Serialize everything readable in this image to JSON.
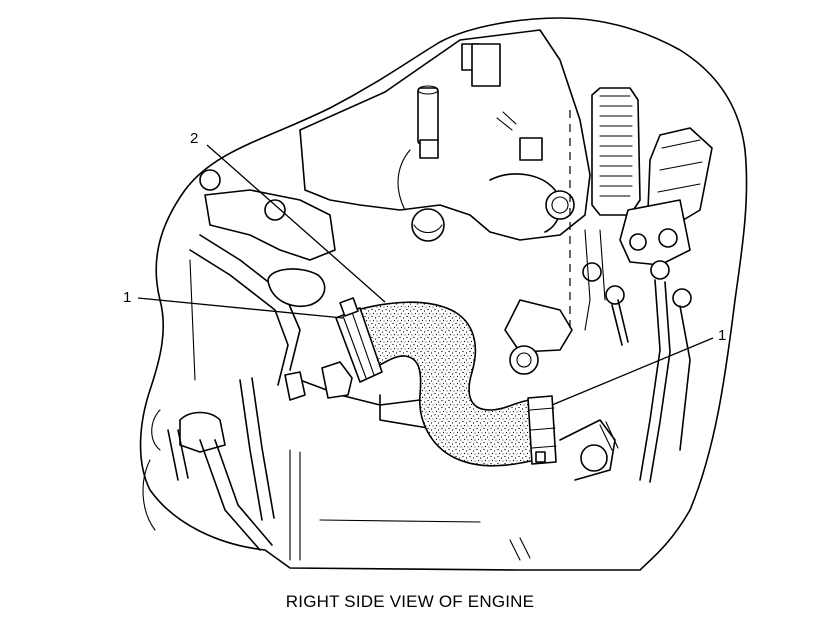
{
  "diagram": {
    "caption": "RIGHT SIDE VIEW OF ENGINE",
    "callouts": [
      {
        "id": "hose",
        "label": "2"
      },
      {
        "id": "clamp-upper",
        "label": "1"
      },
      {
        "id": "clamp-lower",
        "label": "1"
      }
    ]
  }
}
